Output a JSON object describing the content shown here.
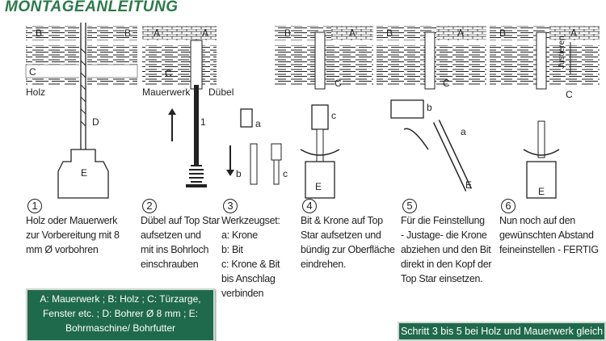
{
  "title": "MONTAGEANLEITUNG",
  "diagram_labels": {
    "p1": {
      "b1": "B",
      "b2": "B",
      "c": "C",
      "holz": "Holz",
      "d": "D",
      "e": "E"
    },
    "p2": {
      "a1": "A",
      "a2": "A",
      "c": "C",
      "mauerwerk": "Mauerwerk",
      "duebel": "Dübel",
      "one": "1"
    },
    "p3": {
      "a": "a",
      "b": "b",
      "c": "c"
    },
    "p4": {
      "b": "B",
      "a": "A",
      "c_layer": "C",
      "c": "c",
      "e": "E"
    },
    "p5": {
      "b": "B",
      "a": "A",
      "c": "C",
      "bit": "b",
      "a_part": "a",
      "e": "E"
    },
    "p6": {
      "b": "B",
      "a": "A",
      "c": "C",
      "justieren": "Justieren",
      "e": "E"
    }
  },
  "steps": [
    {
      "number": "1",
      "text": "Holz oder Mauerwerk\nzur Vorbereitung mit 8\nmm Ø vorbohren"
    },
    {
      "number": "2",
      "text": "Dübel auf Top Star\naufsetzen und\nmit ins Bohrloch\neinschrauben"
    },
    {
      "number": "3",
      "text": "Werkzeugset:\na: Krone\nb: Bit\nc: Krone & Bit\nbis  Anschlag\nverbinden"
    },
    {
      "number": "4",
      "text": "Bit & Krone auf Top\nStar aufsetzen und\nbündig zur Oberfläche\neindrehen."
    },
    {
      "number": "5",
      "text": "Für die Feinstellung\n- Justage- die Krone\nabziehen und den Bit\ndirekt in den Kopf der\nTop Star einsetzen."
    },
    {
      "number": "6",
      "text": "Nun noch auf den\ngewünschten Abstand\nfeineinstellen - FERTIG"
    }
  ],
  "legend": "A: Mauerwerk ; B: Holz ; C: Türzarge, Fenster etc. ;  D: Bohrer Ø 8 mm ; E: Bohrmaschine/ Bohrfutter",
  "note": "Schritt 3 bis 5 bei Holz und Mauerwerk gleich !",
  "colors": {
    "accent": "#2b7a4b",
    "box": "#1f6a4c"
  }
}
